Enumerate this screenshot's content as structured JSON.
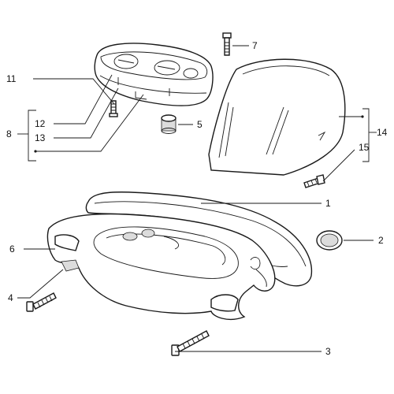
{
  "diagram": {
    "labels": [
      {
        "id": "1",
        "text": "1"
      },
      {
        "id": "2",
        "text": "2"
      },
      {
        "id": "3",
        "text": "3"
      },
      {
        "id": "4",
        "text": "4"
      },
      {
        "id": "5",
        "text": "5"
      },
      {
        "id": "6",
        "text": "6"
      },
      {
        "id": "7",
        "text": "7"
      },
      {
        "id": "8",
        "text": "8"
      },
      {
        "id": "11",
        "text": "11"
      },
      {
        "id": "12",
        "text": "12"
      },
      {
        "id": "13",
        "text": "13"
      },
      {
        "id": "14",
        "text": "14"
      },
      {
        "id": "15",
        "text": "15"
      }
    ],
    "colors": {
      "line": "#1a1a1a",
      "background": "#ffffff"
    }
  }
}
